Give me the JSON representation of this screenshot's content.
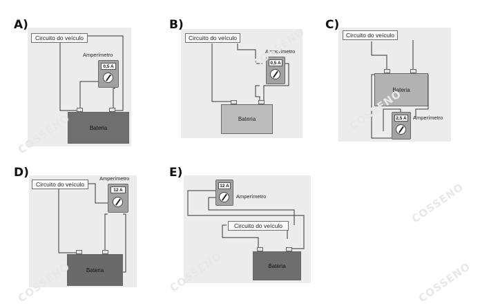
{
  "options": [
    {
      "letter": "A)",
      "circuit_label": "Circuito do veículo",
      "ammeter_label": "Amperímetro",
      "reading": "0,5 A",
      "battery_label": "Bateria"
    },
    {
      "letter": "B)",
      "circuit_label": "Circuito do veículo",
      "ammeter_label": "Amperímetro",
      "reading": "0,5 A",
      "battery_label": "Bateria"
    },
    {
      "letter": "C)",
      "circuit_label": "Circuito do veículo",
      "ammeter_label": "Amperímetro",
      "reading": "2,5 A",
      "battery_label": "Bateria"
    },
    {
      "letter": "D)",
      "circuit_label": "Circuito do veículo",
      "ammeter_label": "Amperímetro",
      "reading": "12 A",
      "battery_label": "Bateria"
    },
    {
      "letter": "E)",
      "circuit_label": "Circuito do veículo",
      "ammeter_label": "Amperímetro",
      "reading": "12 A",
      "battery_label": "Bateria"
    }
  ],
  "watermark": "COSSENO",
  "colors": {
    "panel_bg": "#ededed",
    "wire": "#333333",
    "battery_dark": "#6e6e6e",
    "battery_light": "#bdbdbd",
    "meter": "#a2a2a2"
  }
}
